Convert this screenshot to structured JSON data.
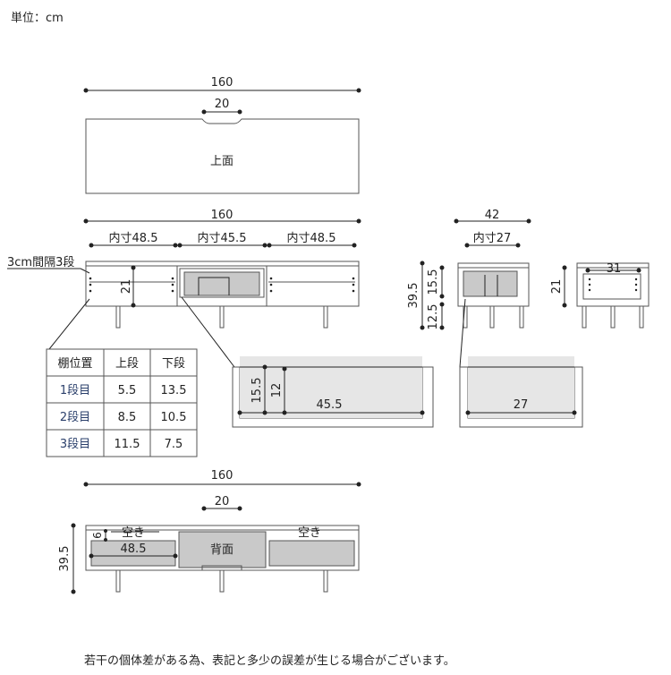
{
  "unit_label": "単位：cm",
  "top_view": {
    "overall_width": "160",
    "notch_width": "20",
    "face_label": "上面"
  },
  "front_view": {
    "overall_width": "160",
    "inner_left": "内寸48.5",
    "inner_center": "内寸45.5",
    "inner_right": "内寸48.5",
    "shelf_note": "3cm間隔3段",
    "shelf_height": "21"
  },
  "side_view": {
    "depth": "42",
    "inner_depth": "内寸27",
    "total_height": "39.5",
    "upper_height": "15.5",
    "lower_height": "12.5"
  },
  "side_view_2": {
    "inner_width": "31",
    "height": "21"
  },
  "detail_center": {
    "height_a": "15.5",
    "height_b": "12",
    "width": "45.5"
  },
  "detail_side": {
    "width": "27"
  },
  "shelf_table": {
    "headers": [
      "棚位置",
      "上段",
      "下段"
    ],
    "rows": [
      [
        "1段目",
        "5.5",
        "13.5"
      ],
      [
        "2段目",
        "8.5",
        "10.5"
      ],
      [
        "3段目",
        "11.5",
        "7.5"
      ]
    ]
  },
  "back_view": {
    "overall_width": "160",
    "notch_width": "20",
    "face_label": "背面",
    "left_open": "空き",
    "right_open": "空き",
    "opening_width": "48.5",
    "opening_height": "6",
    "total_height": "39.5"
  },
  "disclaimer": "若干の個体差がある為、表記と多少の誤差が生じる場合がございます。"
}
